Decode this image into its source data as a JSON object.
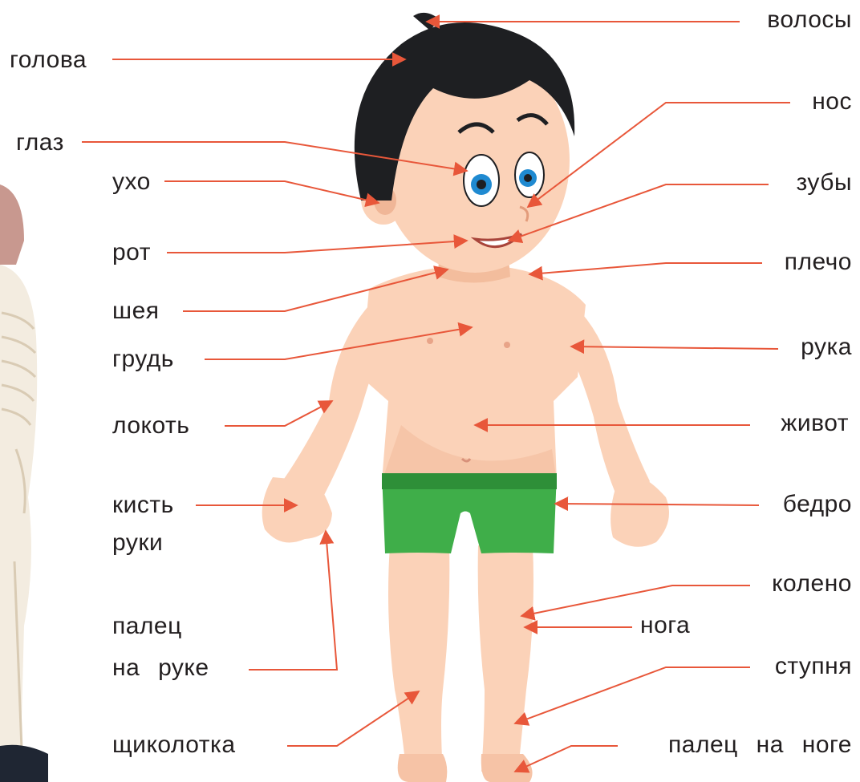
{
  "labels_left": {
    "head": "голова",
    "eye": "глаз",
    "ear": "ухо",
    "mouth": "рот",
    "neck": "шея",
    "chest": "грудь",
    "elbow": "локоть",
    "hand_line1": "кисть",
    "hand_line2": "руки",
    "finger_line1": "палец",
    "finger_line2": "на руке",
    "ankle": "щиколотка"
  },
  "labels_right": {
    "hair": "волосы",
    "nose": "нос",
    "teeth": "зубы",
    "shoulder": "плечо",
    "arm": "рука",
    "belly": "живот",
    "thigh": "бедро",
    "knee": "колено",
    "leg": "нога",
    "foot": "ступня",
    "toe": "палец на ноге"
  },
  "colors": {
    "pointer": "#e8573a",
    "text": "#231f20",
    "skin": "#fbd2b8",
    "skin_shadow": "#f0b697",
    "hair": "#1e1f22",
    "shorts": "#3fae49",
    "shorts_dark": "#2e8f38",
    "eye_iris": "#1f8ad1"
  },
  "icons": {
    "pointer_arrow": "arrowhead",
    "illustration": "cartoon-boy",
    "background_figure": "skeleton-model"
  }
}
